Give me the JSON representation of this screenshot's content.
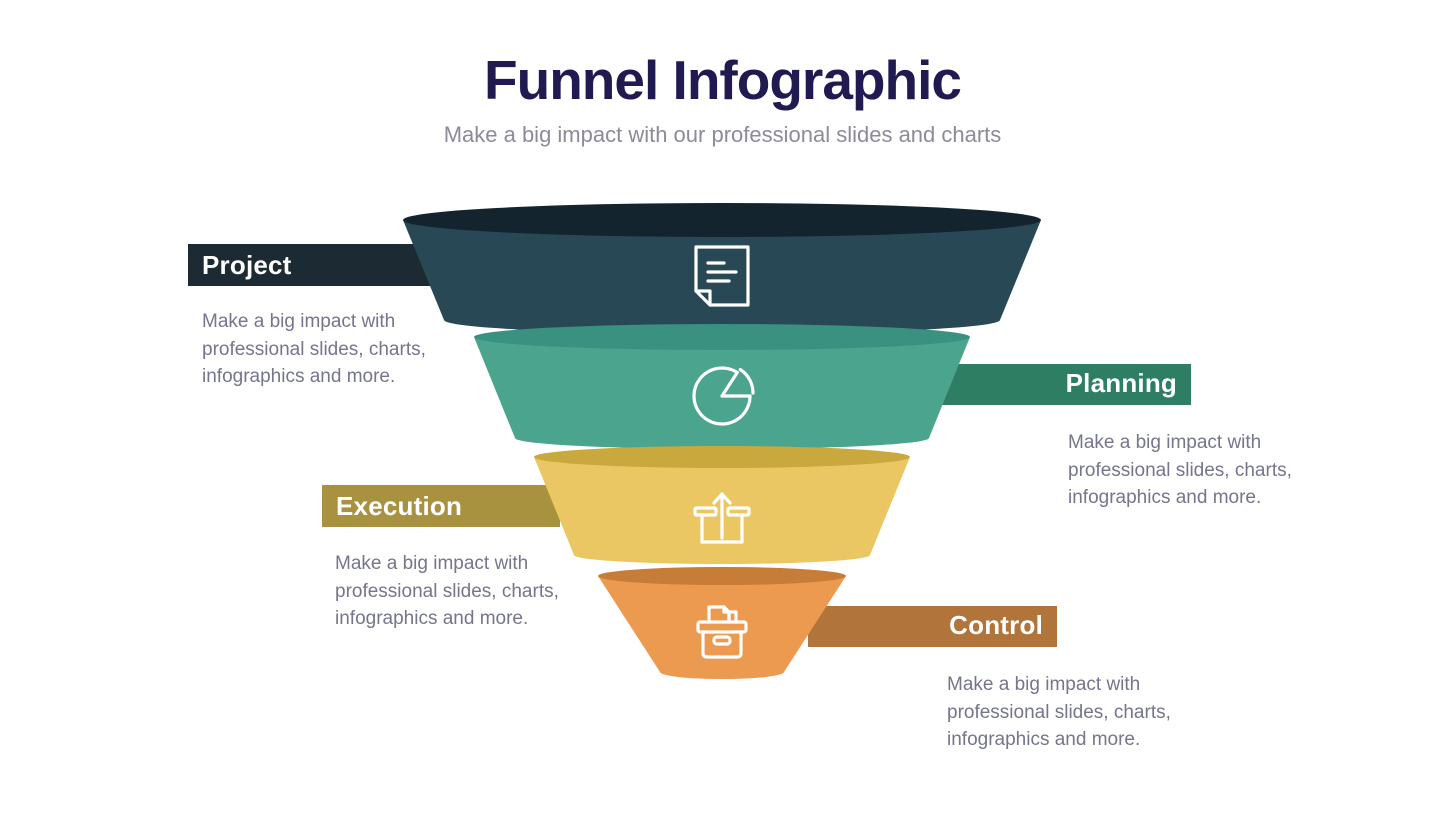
{
  "header": {
    "title": "Funnel Infographic",
    "subtitle": "Make a big impact with our professional slides and charts",
    "title_color": "#201a51",
    "subtitle_color": "#8b8b99"
  },
  "description_text_color": "#75758c",
  "segments": [
    {
      "label": "Project",
      "side": "left",
      "icon": "document-icon",
      "body_color": "#274854",
      "top_color": "#14242e",
      "bar_color": "#1b2a33",
      "desc_lines": [
        "Make a big impact with",
        "professional slides, charts,",
        "infographics and more."
      ]
    },
    {
      "label": "Planning",
      "side": "right",
      "icon": "pie-chart-icon",
      "body_color": "#4ba48d",
      "top_color": "#3b9180",
      "bar_color": "#2e7e63",
      "desc_lines": [
        "Make a big impact with",
        "professional slides, charts,",
        "infographics and more."
      ]
    },
    {
      "label": "Execution",
      "side": "left",
      "icon": "upload-box-icon",
      "body_color": "#ebc764",
      "top_color": "#c9a83e",
      "bar_color": "#a9923f",
      "desc_lines": [
        "Make a big impact with",
        "professional slides, charts,",
        "infographics and more."
      ]
    },
    {
      "label": "Control",
      "side": "right",
      "icon": "archive-box-icon",
      "body_color": "#ec9a4f",
      "top_color": "#c77c37",
      "bar_color": "#b1753b",
      "desc_lines": [
        "Make a big impact with",
        "professional slides, charts,",
        "infographics and more."
      ]
    }
  ]
}
